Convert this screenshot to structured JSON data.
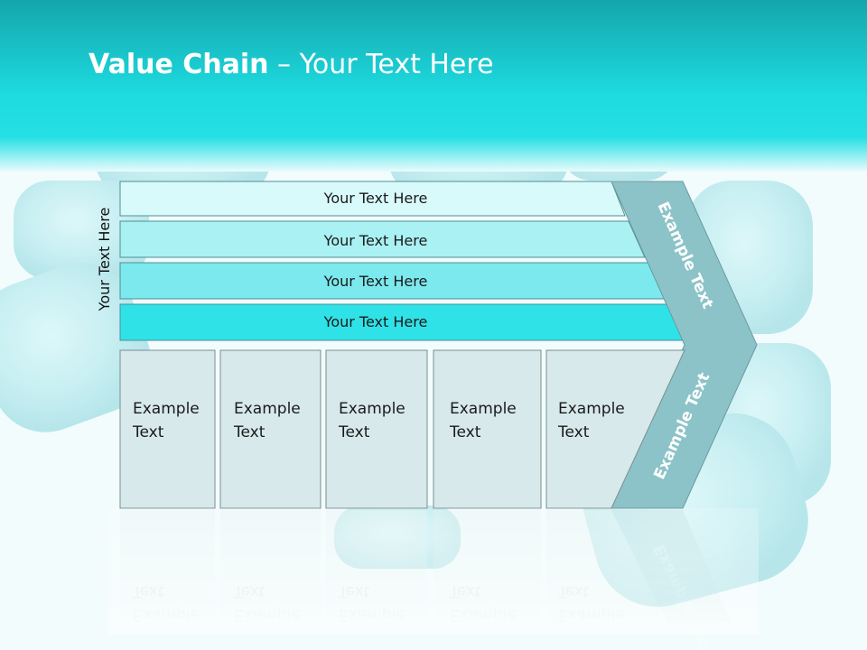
{
  "title": {
    "bold": "Value Chain",
    "rest": " – Your Text Here"
  },
  "side_label": "Your Text Here",
  "bands": [
    {
      "label": "Your Text Here",
      "color": "#d9fafb"
    },
    {
      "label": "Your Text Here",
      "color": "#aaf1f3"
    },
    {
      "label": "Your Text Here",
      "color": "#7ce9ee"
    },
    {
      "label": "Your Text Here",
      "color": "#2fe2e8"
    }
  ],
  "boxes": [
    {
      "line1": "Example",
      "line2": "Text"
    },
    {
      "line1": "Example",
      "line2": "Text"
    },
    {
      "line1": "Example",
      "line2": "Text"
    },
    {
      "line1": "Example",
      "line2": "Text"
    },
    {
      "line1": "Example",
      "line2": "Text"
    }
  ],
  "chevron": {
    "upper": "Example Text",
    "lower": "Example Text",
    "color": "#8cc3c8"
  },
  "colors": {
    "header": "#1fd6dc",
    "box_fill": "#d7e9eb",
    "box_stroke": "#7a8e90"
  }
}
